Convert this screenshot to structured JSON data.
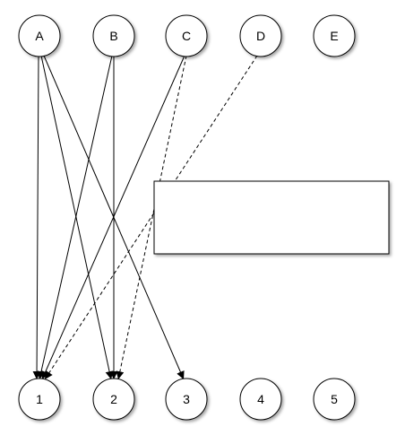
{
  "diagram": {
    "top_nodes": [
      {
        "id": "A",
        "label": "A"
      },
      {
        "id": "B",
        "label": "B"
      },
      {
        "id": "C",
        "label": "C"
      },
      {
        "id": "D",
        "label": "D"
      },
      {
        "id": "E",
        "label": "E"
      }
    ],
    "bottom_nodes": [
      {
        "id": "1",
        "label": "1"
      },
      {
        "id": "2",
        "label": "2"
      },
      {
        "id": "3",
        "label": "3"
      },
      {
        "id": "4",
        "label": "4"
      },
      {
        "id": "5",
        "label": "5"
      }
    ],
    "edges": [
      {
        "from": "A",
        "to": "1",
        "style": "solid"
      },
      {
        "from": "A",
        "to": "2",
        "style": "solid"
      },
      {
        "from": "A",
        "to": "3",
        "style": "solid"
      },
      {
        "from": "B",
        "to": "1",
        "style": "solid"
      },
      {
        "from": "B",
        "to": "2",
        "style": "solid"
      },
      {
        "from": "C",
        "to": "1",
        "style": "solid"
      },
      {
        "from": "C",
        "to": "2",
        "style": "dashed"
      },
      {
        "from": "D",
        "to": "1",
        "style": "dashed"
      }
    ],
    "empty_box_label": ""
  },
  "colors": {
    "stroke": "#000000",
    "node_fill": "#ffffff",
    "shadow": "#999999"
  }
}
